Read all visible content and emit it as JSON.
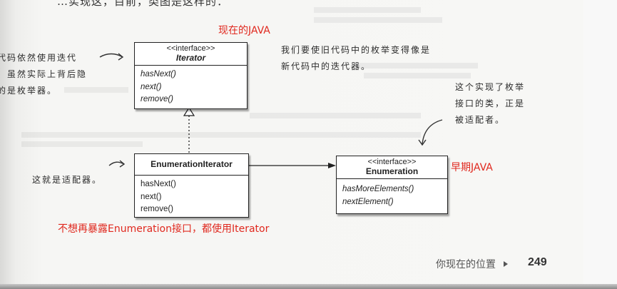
{
  "top_cut_text": "…实现这，目前，类图是这样的：",
  "labels": {
    "current_java": "现在的JAVA",
    "early_java": "早期JAVA",
    "no_expose": "不想再暴露Enumeration接口，都使用Iterator"
  },
  "classes": {
    "iterator": {
      "stereotype": "<<interface>>",
      "name": "Iterator",
      "methods": [
        "hasNext()",
        "next()",
        "remove()"
      ]
    },
    "enumeration_iterator": {
      "name": "EnumerationIterator",
      "methods": [
        "hasNext()",
        "next()",
        "remove()"
      ]
    },
    "enumeration": {
      "stereotype": "<<interface>>",
      "name": "Enumeration",
      "methods": [
        "hasMoreElements()",
        "nextElement()"
      ]
    }
  },
  "annotations": {
    "left_top": [
      "新代码依然使用迭代",
      "器，虽然实际上背后隐",
      "藏的是枚举器。"
    ],
    "right_top": [
      "我们要使旧代码中的枚举变得像是",
      "新代码中的迭代器。"
    ],
    "right_mid": [
      "这个实现了枚举",
      "接口的类，正是",
      "被适配者。"
    ],
    "left_mid": "这就是适配器。"
  },
  "footer": {
    "section_title": "你现在的位置",
    "page_number": "249"
  }
}
